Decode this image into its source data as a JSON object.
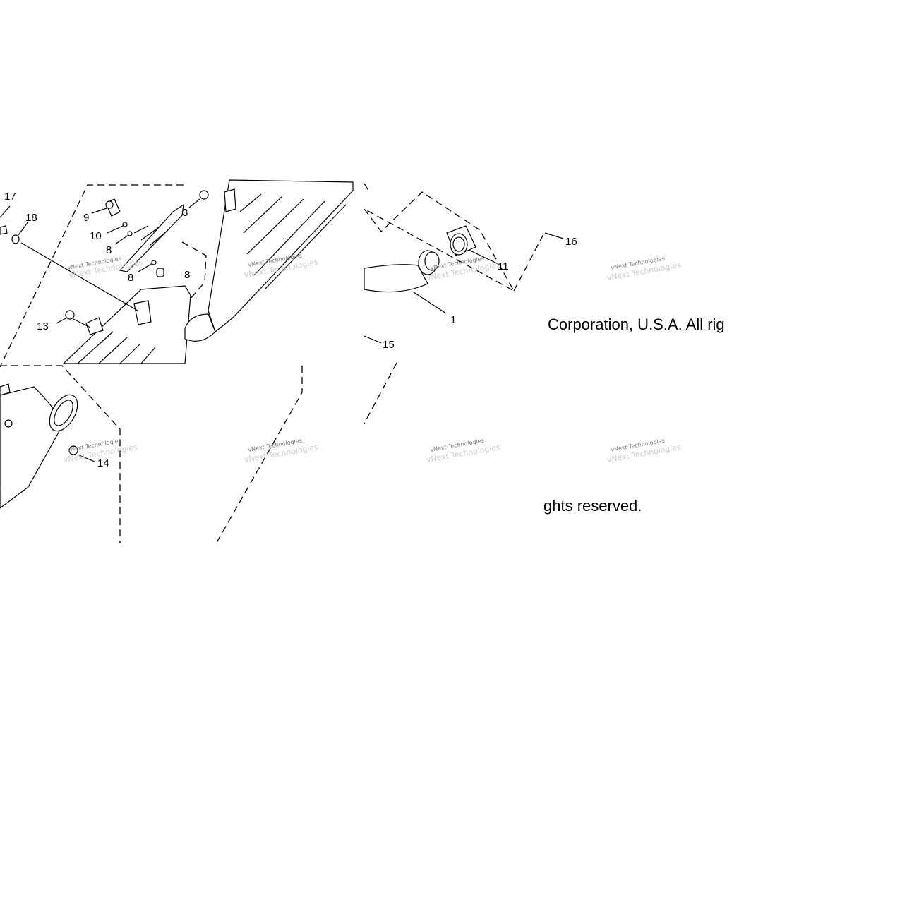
{
  "diagram": {
    "callouts": [
      "17",
      "18",
      "9",
      "10",
      "8",
      "8",
      "8",
      "3",
      "13",
      "14",
      "16",
      "11",
      "1",
      "15"
    ],
    "copyright_line_1": "Corporation, U.S.A. All rig",
    "copyright_line_2": "ghts reserved.",
    "watermark": "vNext Technologies"
  }
}
